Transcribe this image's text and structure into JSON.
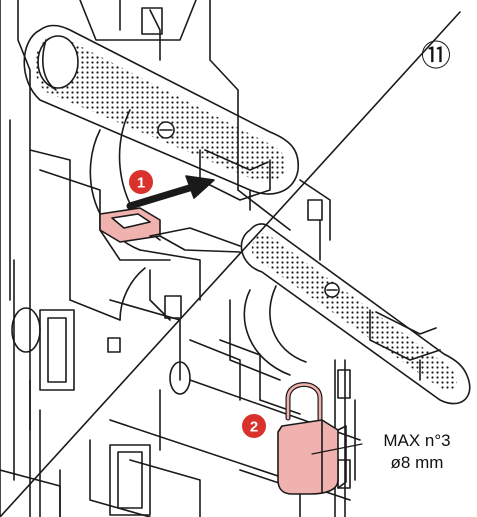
{
  "step": {
    "number_glyph": "⑪"
  },
  "markers": {
    "one": "1",
    "two": "2"
  },
  "padlock_spec": {
    "line1": "MAX n°3",
    "line2": "ø8 mm"
  },
  "colors": {
    "marker_red": "#d9312b",
    "padlock_fill": "#f0b2ae",
    "line": "#1a1a1a",
    "background": "#ffffff"
  }
}
